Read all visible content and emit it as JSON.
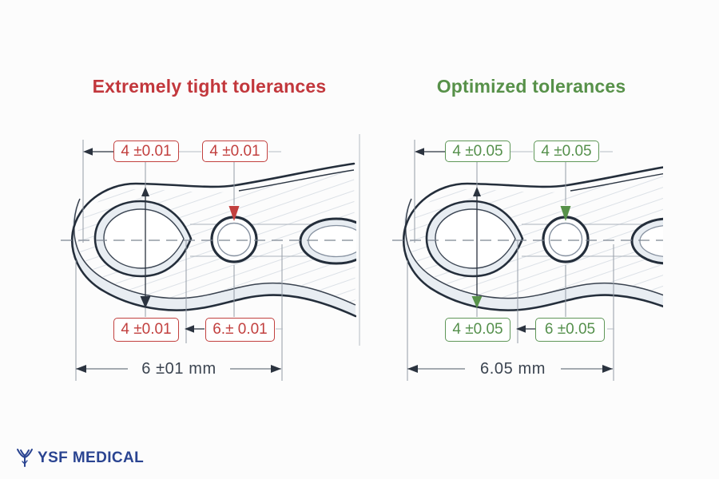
{
  "colors": {
    "red_accent": "#c2403f",
    "green_accent": "#579149",
    "ink": "#242e3b",
    "dim_text": "#3b4450",
    "logo_navy": "#2a4491",
    "band_fill": "#e8edf2"
  },
  "left_panel": {
    "title": "Extremely tight tolerances",
    "top_labels": [
      "4 ±0.01",
      "4 ±0.01"
    ],
    "bottom_labels": [
      "4 ±0.01",
      "6.± 0.01"
    ],
    "overall_dim": "6 ±01 mm"
  },
  "right_panel": {
    "title": "Optimized tolerances",
    "top_labels": [
      "4 ±0.05",
      "4 ±0.05"
    ],
    "bottom_labels": [
      "4 ±0.05",
      "6 ±0.05"
    ],
    "overall_dim": "6.05 mm"
  },
  "logo": {
    "text": "YSF MEDICAL"
  }
}
